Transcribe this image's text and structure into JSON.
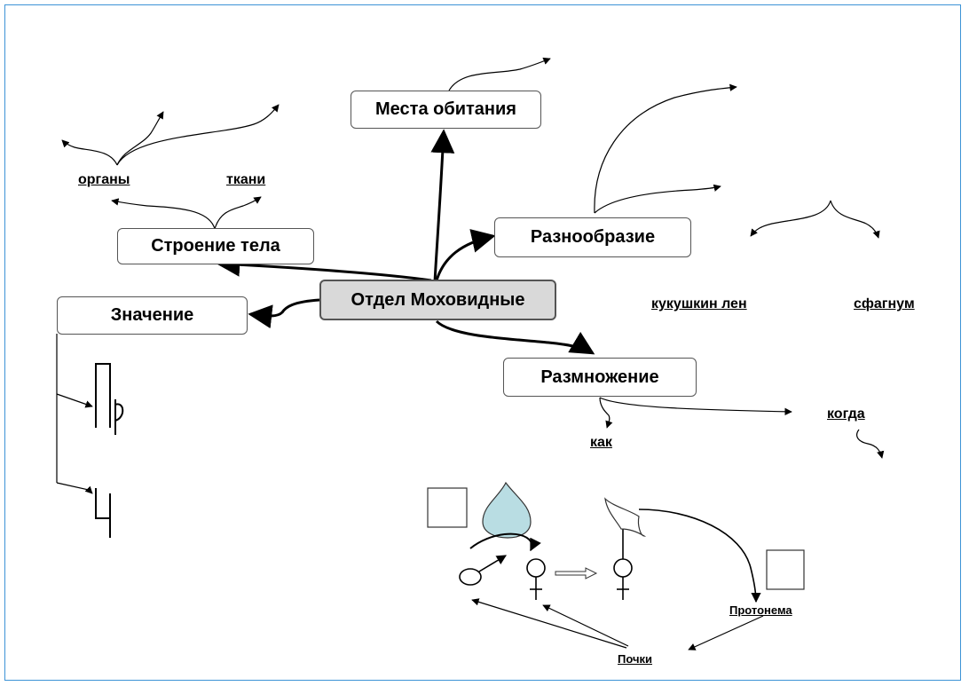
{
  "nodes": {
    "central": "Отдел Моховидные",
    "habitat": "Места обитания",
    "structure": "Строение тела",
    "diversity": "Разнообразие",
    "significance": "Значение",
    "reproduction": "Размножение"
  },
  "labels": {
    "organs": "органы",
    "tissues": "ткани",
    "haircap_moss": "кукушкин лен",
    "sphagnum": "сфагнум",
    "how": "как",
    "when": "когда",
    "protonema": "Протонема",
    "soil": "Почки"
  },
  "colors": {
    "frame": "#3d93d6",
    "central_fill": "#d9d9d9",
    "water_drop": "#b9dde3"
  },
  "icons": [
    "water-drop-icon",
    "male-symbol-icon",
    "female-symbol-icon",
    "sporangium-capsule-icon",
    "nature-glyph-icon",
    "human-glyph-icon"
  ]
}
